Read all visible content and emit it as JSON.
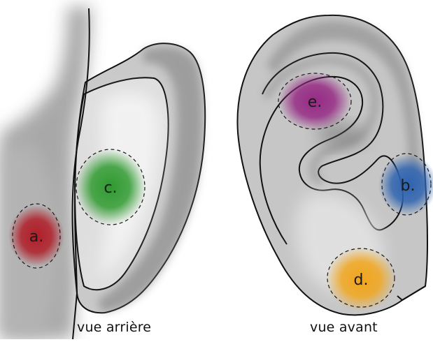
{
  "captions": {
    "back": "vue arrière",
    "front": "vue avant"
  },
  "spots": [
    {
      "id": "a",
      "label": "a.",
      "color": "#b01e28"
    },
    {
      "id": "b",
      "label": "b.",
      "color": "#2e63b0"
    },
    {
      "id": "c",
      "label": "c.",
      "color": "#2f9a2f"
    },
    {
      "id": "d",
      "label": "d.",
      "color": "#f0a51c"
    },
    {
      "id": "e",
      "label": "e.",
      "color": "#962a84"
    }
  ]
}
